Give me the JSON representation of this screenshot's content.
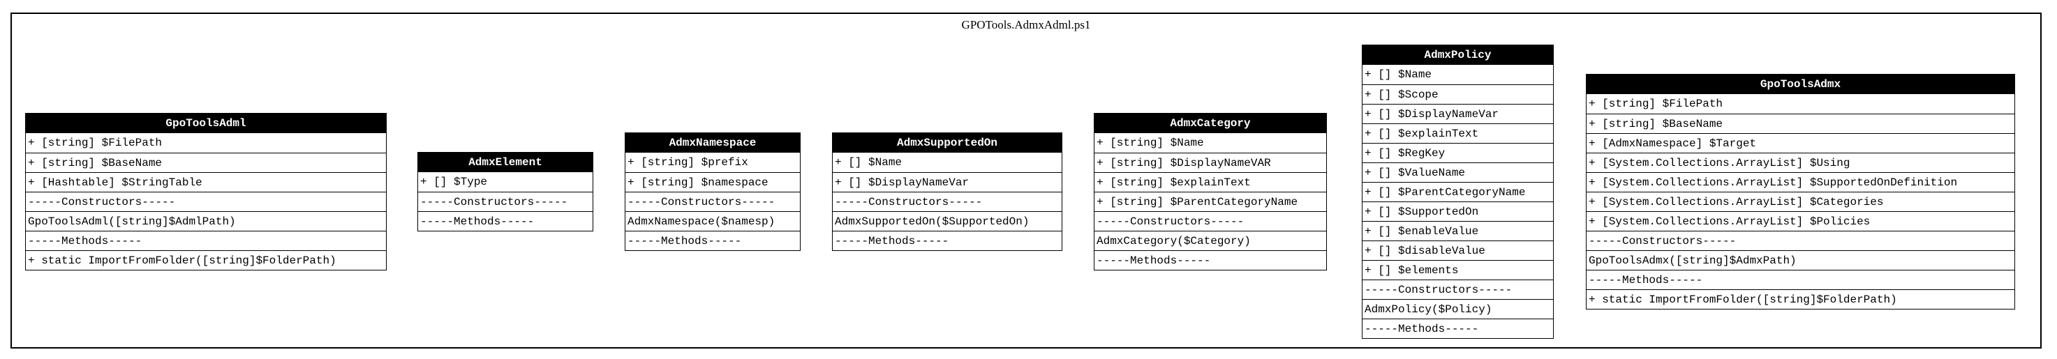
{
  "diagram_title": "GPOTools.AdmxAdml.ps1",
  "classes": {
    "gpotoolsadml": {
      "name": "GpoToolsAdml",
      "rows": [
        "+ [string] $FilePath",
        "+ [string] $BaseName",
        "+ [Hashtable] $StringTable",
        "-----Constructors-----",
        "GpoToolsAdml([string]$AdmlPath)",
        "-----Methods-----",
        "+ static ImportFromFolder([string]$FolderPath)"
      ]
    },
    "admxelement": {
      "name": "AdmxElement",
      "rows": [
        "+ [] $Type",
        "-----Constructors-----",
        "-----Methods-----"
      ]
    },
    "admxnamespace": {
      "name": "AdmxNamespace",
      "rows": [
        "+ [string] $prefix",
        "+ [string] $namespace",
        "-----Constructors-----",
        "AdmxNamespace($namesp)",
        "-----Methods-----"
      ]
    },
    "admxsupportedon": {
      "name": "AdmxSupportedOn",
      "rows": [
        "+ [] $Name",
        "+ [] $DisplayNameVar",
        "-----Constructors-----",
        "AdmxSupportedOn($SupportedOn)",
        "-----Methods-----"
      ]
    },
    "admxcategory": {
      "name": "AdmxCategory",
      "rows": [
        "+ [string] $Name",
        "+ [string] $DisplayNameVAR",
        "+ [string] $explainText",
        "+ [string] $ParentCategoryName",
        "-----Constructors-----",
        "AdmxCategory($Category)",
        "-----Methods-----"
      ]
    },
    "admxpolicy": {
      "name": "AdmxPolicy",
      "rows": [
        "+ [] $Name",
        "+ [] $Scope",
        "+ [] $DisplayNameVar",
        "+ [] $explainText",
        "+ [] $RegKey",
        "+ [] $ValueName",
        "+ [] $ParentCategoryName",
        "+ [] $SupportedOn",
        "+ [] $enableValue",
        "+ [] $disableValue",
        "+ [] $elements",
        "-----Constructors-----",
        "AdmxPolicy($Policy)",
        "-----Methods-----"
      ]
    },
    "gpotoolsadmx": {
      "name": "GpoToolsAdmx",
      "rows": [
        "+ [string] $FilePath",
        "+ [string] $BaseName",
        "+ [AdmxNamespace] $Target",
        "+ [System.Collections.ArrayList] $Using",
        "+ [System.Collections.ArrayList] $SupportedOnDefinition",
        "+ [System.Collections.ArrayList] $Categories",
        "+ [System.Collections.ArrayList] $Policies",
        "-----Constructors-----",
        "GpoToolsAdmx([string]$AdmxPath)",
        "-----Methods-----",
        "+ static ImportFromFolder([string]$FolderPath)"
      ]
    }
  }
}
